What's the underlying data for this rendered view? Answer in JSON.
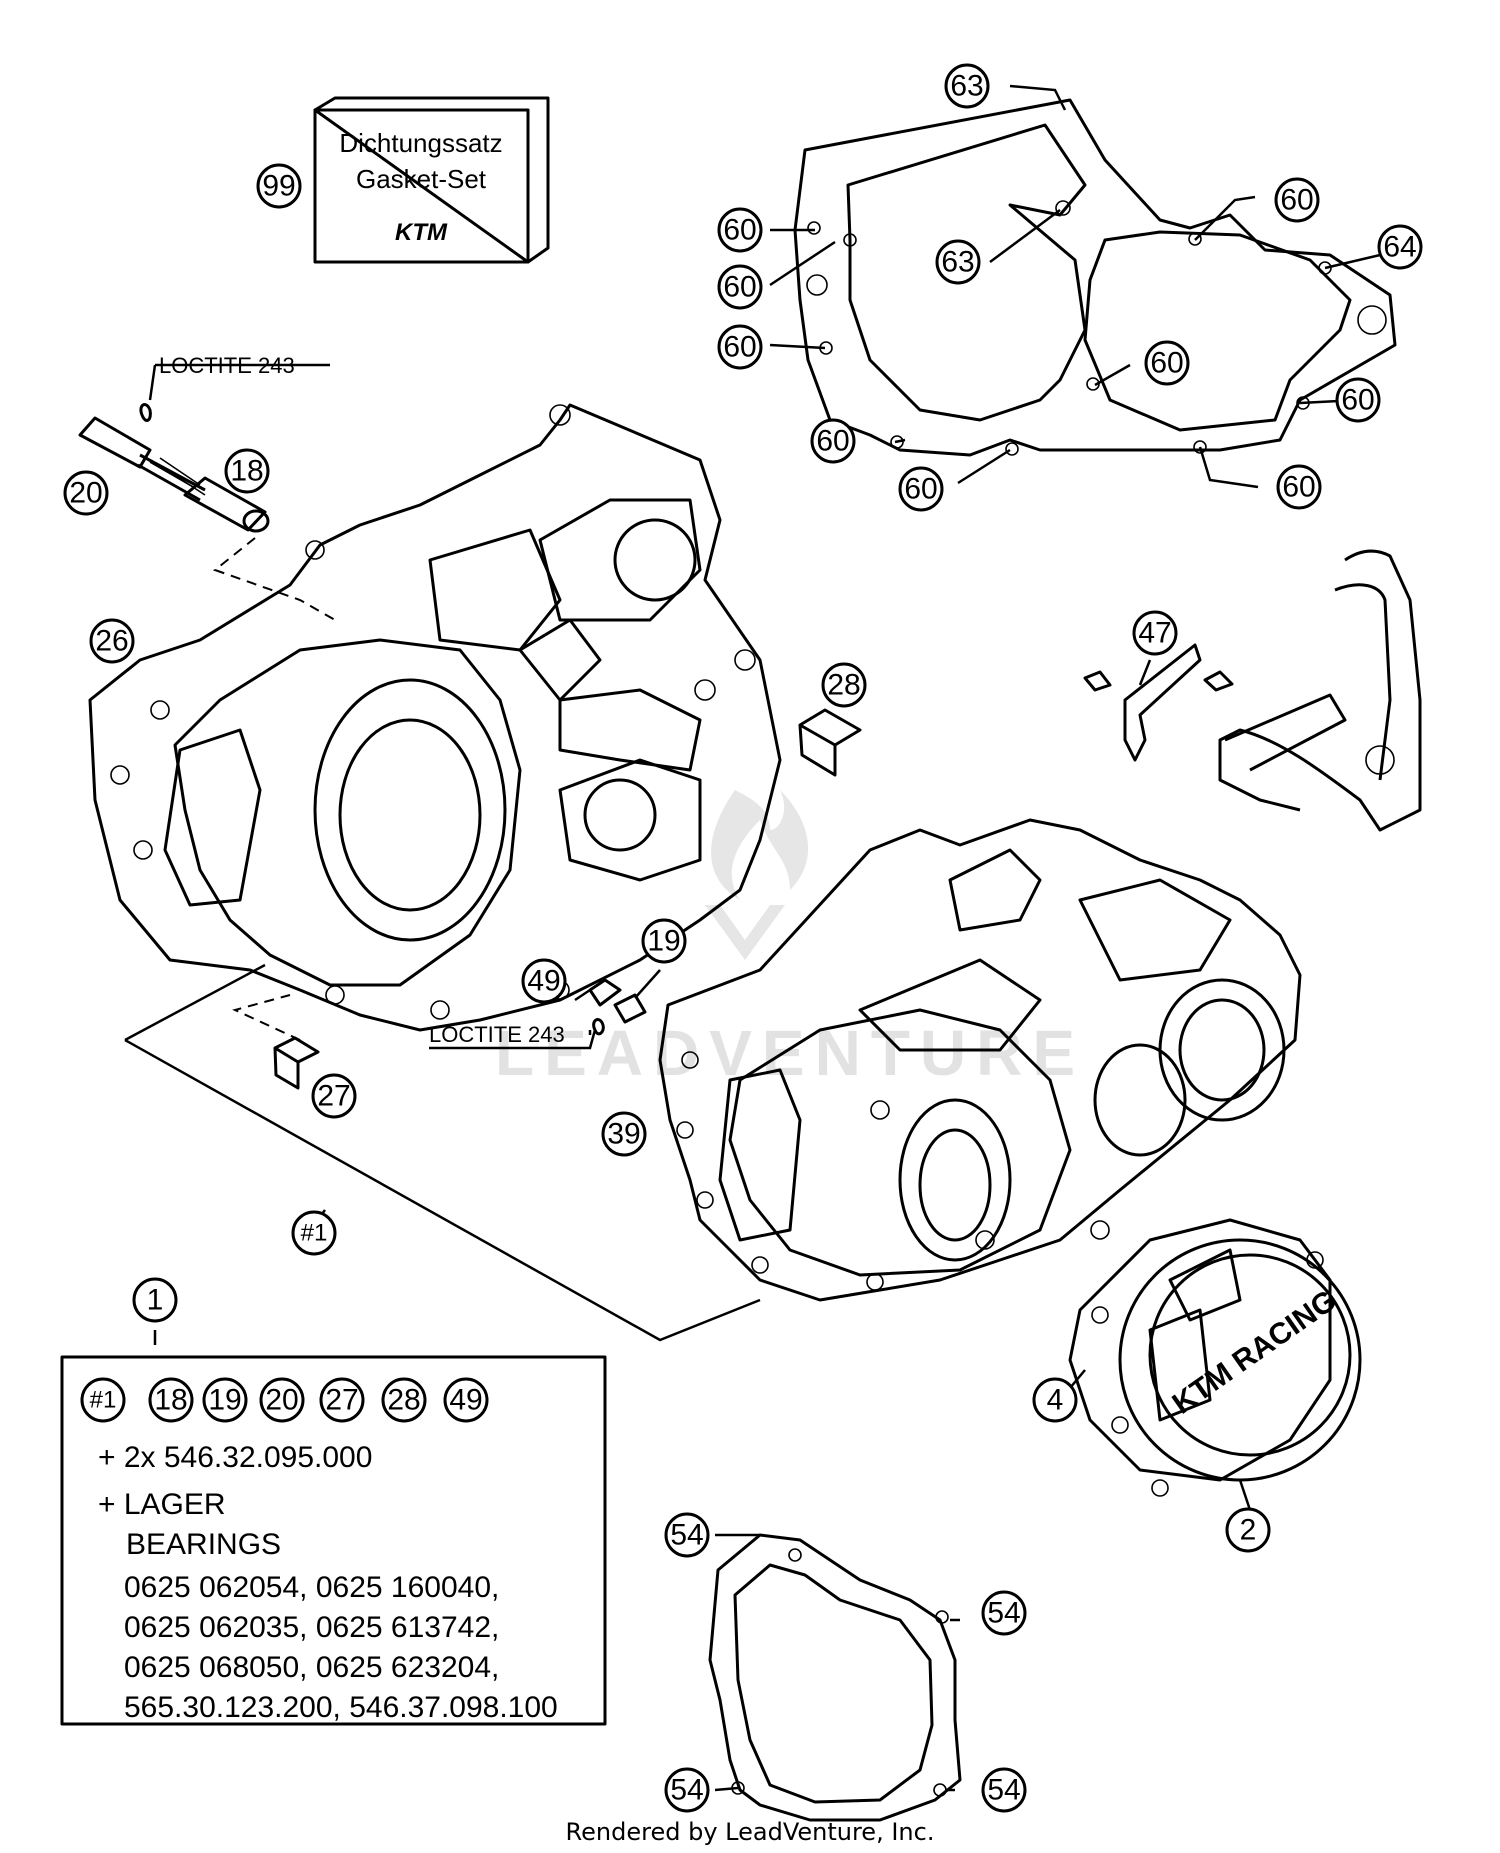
{
  "kit_box": {
    "line1": "Dichtungssatz",
    "line2": "Gasket-Set",
    "brand": "KTM"
  },
  "loctite_top": "LOCTITE 243",
  "loctite_mid": "LOCTITE 243",
  "callouts": {
    "c99": "99",
    "c20": "20",
    "c18": "18",
    "c26": "26",
    "c28": "28",
    "c49": "49",
    "c19": "19",
    "c27": "27",
    "c39": "39",
    "c1ref": "#1",
    "c47": "47",
    "c4": "4",
    "c2": "2",
    "c1": "1",
    "c63a": "63",
    "c63b": "63",
    "c64": "64",
    "c60a": "60",
    "c60b": "60",
    "c60c": "60",
    "c60d": "60",
    "c60e": "60",
    "c60f": "60",
    "c60g": "60",
    "c60h": "60",
    "c60i": "60",
    "c54a": "54",
    "c54b": "54",
    "c54c": "54",
    "c54d": "54"
  },
  "legend": {
    "items": [
      "#1",
      "18",
      "19",
      "20",
      "27",
      "28",
      "49"
    ],
    "lines": [
      "+ 2x 546.32.095.000",
      "+ LAGER",
      "BEARINGS",
      "0625 062054, 0625 160040,",
      "0625 062035, 0625 613742,",
      "0625 068050, 0625 623204,",
      "565.30.123.200, 546.37.098.100"
    ]
  },
  "cover_text": "KTM RACING",
  "footer": "Rendered by LeadVenture, Inc."
}
